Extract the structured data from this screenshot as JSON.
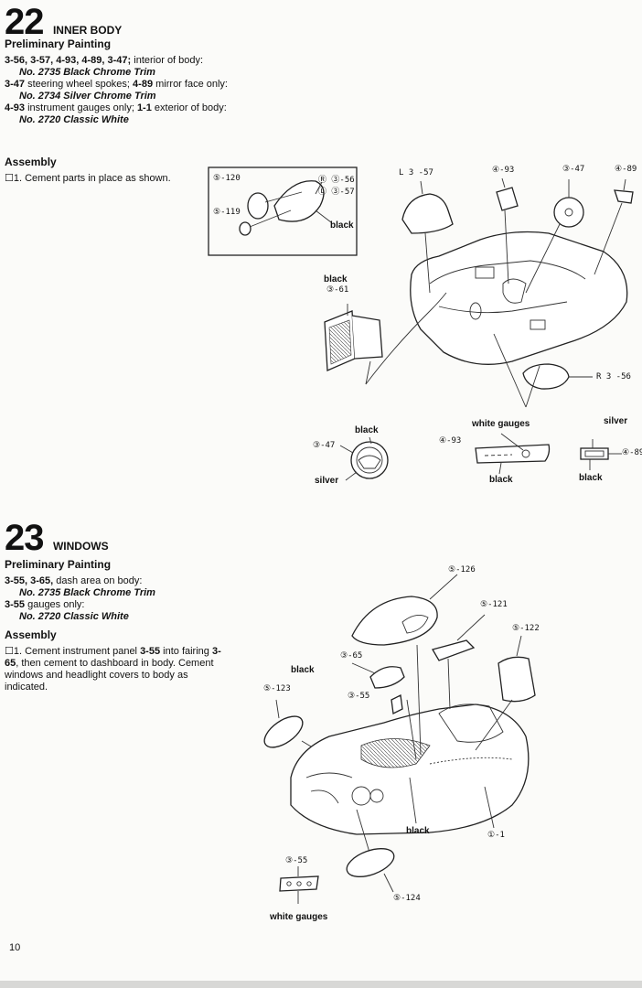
{
  "step22": {
    "number": "22",
    "title": "INNER BODY",
    "prelim_heading": "Preliminary Painting",
    "paint_items": [
      {
        "parts": "3-56, 3-57, 4-93, 4-89, 3-47;",
        "desc": " interior of body:",
        "paint": "No. 2735 Black Chrome Trim"
      },
      {
        "parts": "3-47",
        "desc": " steering wheel spokes; ",
        "parts2": "4-89",
        "desc2": " mirror face only:",
        "paint": "No. 2734 Silver Chrome Trim"
      },
      {
        "parts": "4-93",
        "desc": " instrument gauges only; ",
        "parts2": "1-1",
        "desc2": " exterior of body:",
        "paint": "No. 2720 Classic White"
      }
    ],
    "assembly_heading": "Assembly",
    "assembly_steps": [
      "1. Cement parts in place as shown."
    ],
    "labels": {
      "p5_120": "⑤-120",
      "p5_119": "⑤-119",
      "r356": "Ⓡ ③-56",
      "l357": "Ⓛ ③-57",
      "black_box": "black",
      "l3_57": "L 3 -57",
      "p4_93": "④-93",
      "p3_47": "③-47",
      "p4_89": "④-89",
      "black_61": "black",
      "p3_61": "③-61",
      "r3_56": "R 3 -56",
      "black_wheel": "black",
      "p3_47b": "③-47",
      "silver_wheel": "silver",
      "white_gauges": "white gauges",
      "p4_93b": "④-93",
      "black_gauges": "black",
      "silver_mirror": "silver",
      "p4_89b": "④-89",
      "black_mirror": "black"
    }
  },
  "step23": {
    "number": "23",
    "title": "WINDOWS",
    "prelim_heading": "Preliminary Painting",
    "paint_items": [
      {
        "parts": "3-55, 3-65,",
        "desc": " dash area on body:",
        "paint": "No. 2735 Black Chrome Trim"
      },
      {
        "parts": "3-55",
        "desc": " gauges only:",
        "paint": "No. 2720 Classic White"
      }
    ],
    "assembly_heading": "Assembly",
    "assembly_step_prefix": "1. Cement instrument panel ",
    "assembly_part1": "3-55",
    "assembly_mid": " into fairing ",
    "assembly_part2": "3-65",
    "assembly_rest": ", then cement to dashboard in body. Cement windows and headlight covers to body as indicated.",
    "labels": {
      "p5_126": "⑤-126",
      "p5_121": "⑤-121",
      "p5_122": "⑤-122",
      "p3_65": "③-65",
      "black_top": "black",
      "p5_123": "⑤-123",
      "p3_55": "③-55",
      "black_body": "black",
      "p1_1": "①-1",
      "p3_55b": "③-55",
      "p5_124": "⑤-124",
      "white_gauges": "white gauges"
    }
  },
  "page_number": "10"
}
